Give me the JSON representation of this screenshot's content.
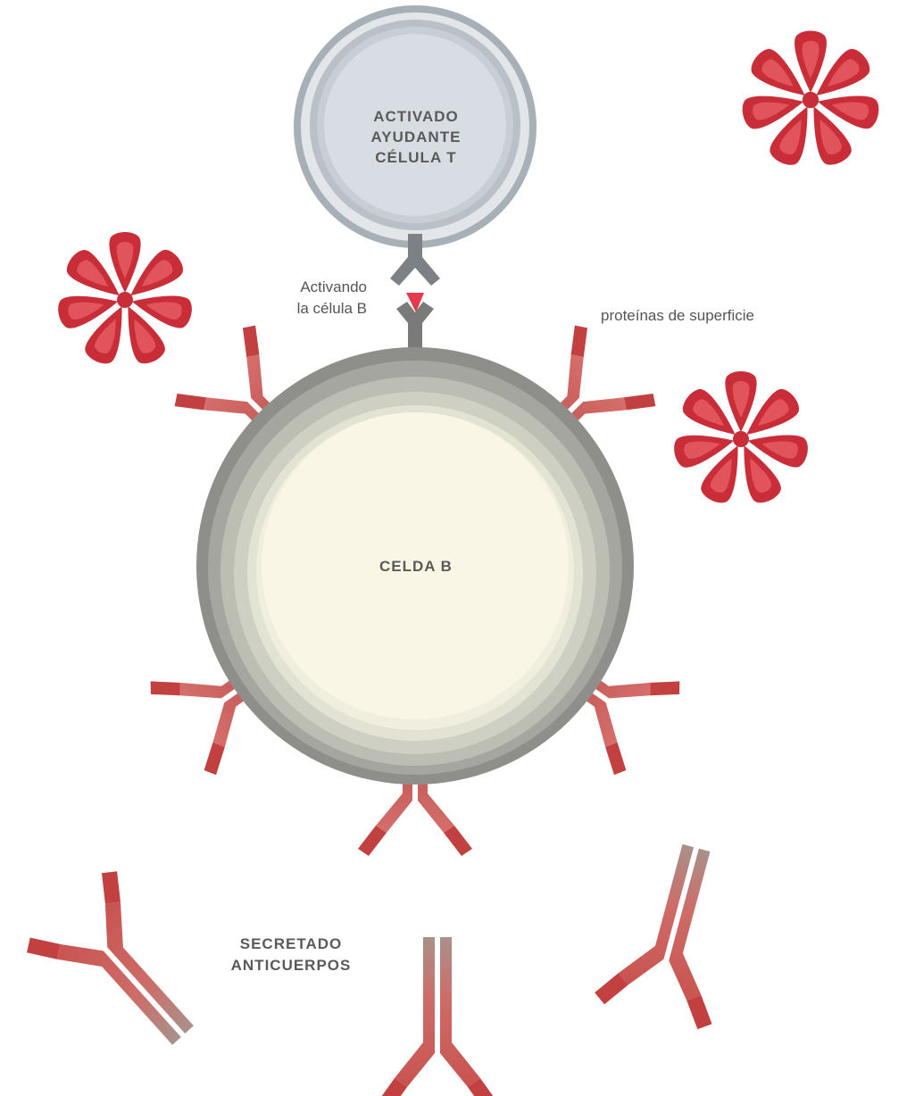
{
  "labels": {
    "t_cell_line1": "ACTIVADO",
    "t_cell_line2": "AYUDANTE",
    "t_cell_line3": "CÉLULA T",
    "activating_line1": "Activando",
    "activating_line2": "la célula B",
    "surface_proteins": "proteínas de superficie",
    "b_cell": "CELDA B",
    "secreted_line1": "SECRETADO",
    "secreted_line2": "ANTICUERPOS"
  },
  "colors": {
    "antibody": "#c9504d",
    "antibody_tip": "#b83a3c",
    "antigen": "#c92d38",
    "antigen_inner": "#e3565c",
    "t_cell": "#cfd6dc",
    "b_cell_core": "#faf6e6",
    "b_cell_ring": "#9c9d98",
    "receptor": "#7d7f80",
    "signal": "#e43a4c"
  }
}
